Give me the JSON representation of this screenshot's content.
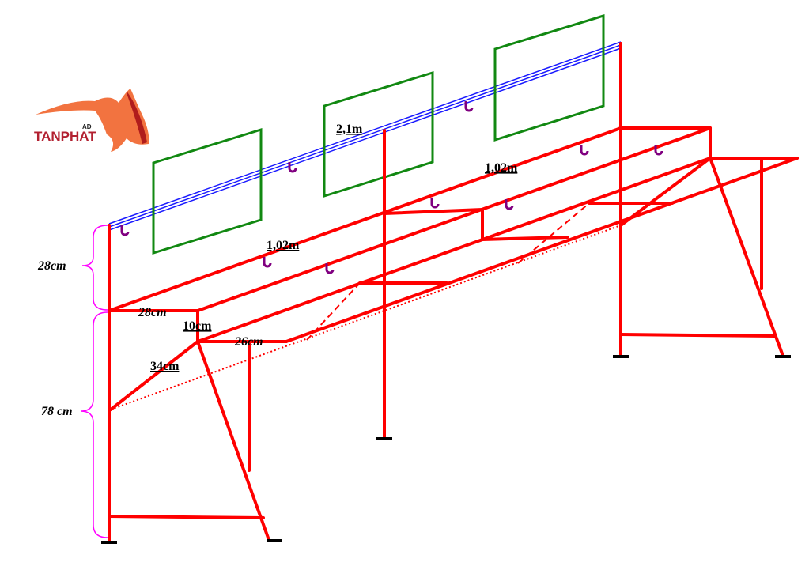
{
  "logo": {
    "brand": "TANPHAT",
    "superscript": "AD"
  },
  "dimensions": {
    "total_length": "2,1m",
    "segment_back": "1,02m",
    "segment_front": "1,02m",
    "top_height": "28cm",
    "table_height": "78 cm",
    "top_shelf_depth": "28cm",
    "step_height": "10cm",
    "lower_shelf_depth": "26cm",
    "brace_length": "34cm"
  },
  "colors": {
    "frame": "#ff0000",
    "rail": "#1a1aff",
    "panel": "#118811",
    "hook": "#800080",
    "brace": "#ff00ff",
    "foot": "#000000"
  }
}
